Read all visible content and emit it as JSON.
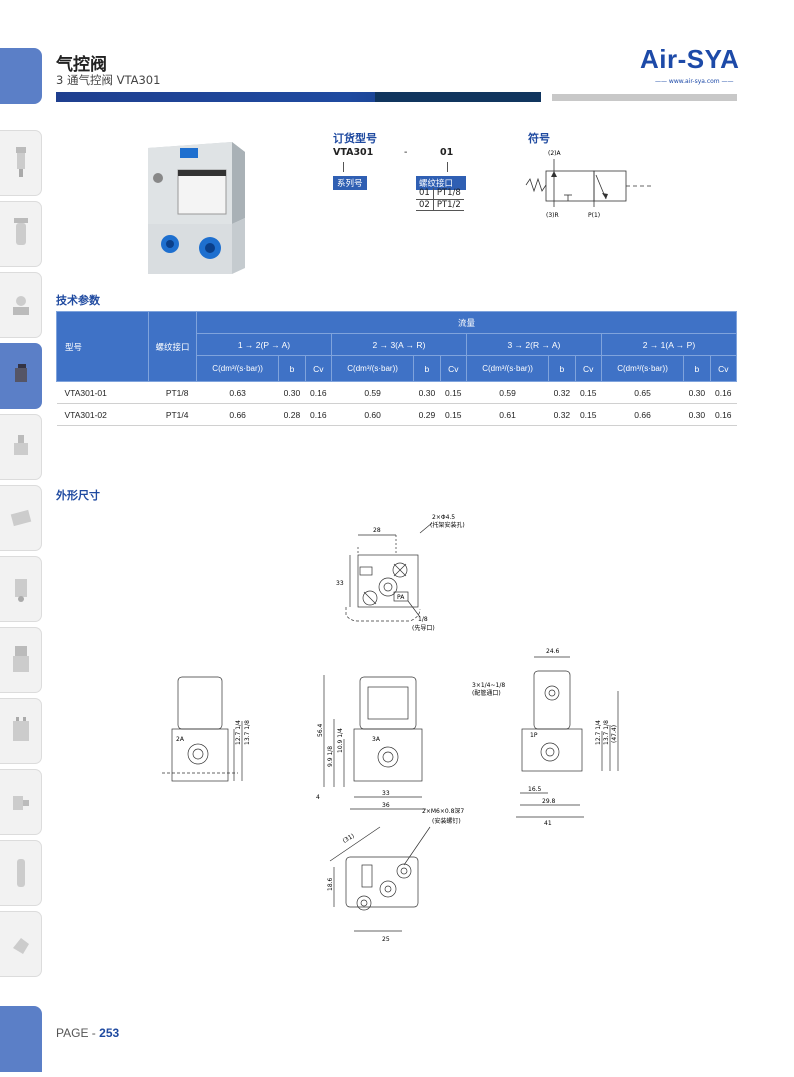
{
  "header": {
    "title": "气控阀",
    "subtitle": "3 通气控阀 VTA301",
    "logo": "Air-SYA",
    "logo_url": "—— www.air-sya.com ——"
  },
  "ordering": {
    "title": "订货型号",
    "model": "VTA301",
    "dash": "-",
    "code": "01",
    "series_label": "系列号",
    "thread_label": "螺纹接口",
    "thread_options": [
      {
        "code": "01",
        "value": "PT1/8"
      },
      {
        "code": "02",
        "value": "PT1/2"
      }
    ]
  },
  "symbol": {
    "title": "符号",
    "port_a": "(2)A",
    "port_r": "(3)R",
    "port_p": "P(1)"
  },
  "tech": {
    "title": "技术参数",
    "col_model": "型号",
    "col_thread": "螺纹接口",
    "col_flow": "流量",
    "flows": [
      "1 → 2(P → A)",
      "2 → 3(A → R)",
      "3 → 2(R → A)",
      "2 → 1(A → P)"
    ],
    "sub_c": "C(dm³/(s·bar))",
    "sub_b": "b",
    "sub_cv": "Cv",
    "rows": [
      {
        "model": "VTA301-01",
        "thread": "PT1/8",
        "v": [
          "0.63",
          "0.30",
          "0.16",
          "0.59",
          "0.30",
          "0.15",
          "0.59",
          "0.32",
          "0.15",
          "0.65",
          "0.30",
          "0.16"
        ]
      },
      {
        "model": "VTA301-02",
        "thread": "PT1/4",
        "v": [
          "0.66",
          "0.28",
          "0.16",
          "0.60",
          "0.29",
          "0.15",
          "0.61",
          "0.32",
          "0.15",
          "0.66",
          "0.30",
          "0.16"
        ]
      }
    ]
  },
  "dims": {
    "title": "外形尺寸",
    "top_28": "28",
    "top_33": "33",
    "top_hole": "2×Φ4.5",
    "top_hole_note": "(托架安装孔)",
    "top_pa": "PA",
    "top_pilot": "1/8",
    "top_pilot_note": "(先导口)",
    "left_2a": "2A",
    "left_127": "12.7 1/4",
    "left_137": "13.7 1/8",
    "mid_564": "56.4",
    "mid_109": "10.9 1/4",
    "mid_99": "9.9 1/8",
    "mid_3a": "3A",
    "mid_4": "4",
    "mid_33": "33",
    "mid_36": "36",
    "right_246": "24.6",
    "right_ports": "3×1/4~1/8",
    "right_ports_note": "(配管通口)",
    "right_1p": "1P",
    "right_127": "12.7 1/4",
    "right_137": "13.7 1/8",
    "right_474": "(47.4)",
    "right_165": "16.5",
    "right_298": "29.8",
    "right_41": "41",
    "bot_31": "(31)",
    "bot_screw": "2×M6×0.8深7",
    "bot_screw_note": "(安装螺钉)",
    "bot_186": "18.6",
    "bot_25": "25"
  },
  "footer": {
    "page_label": "PAGE -",
    "page_number": "253"
  }
}
